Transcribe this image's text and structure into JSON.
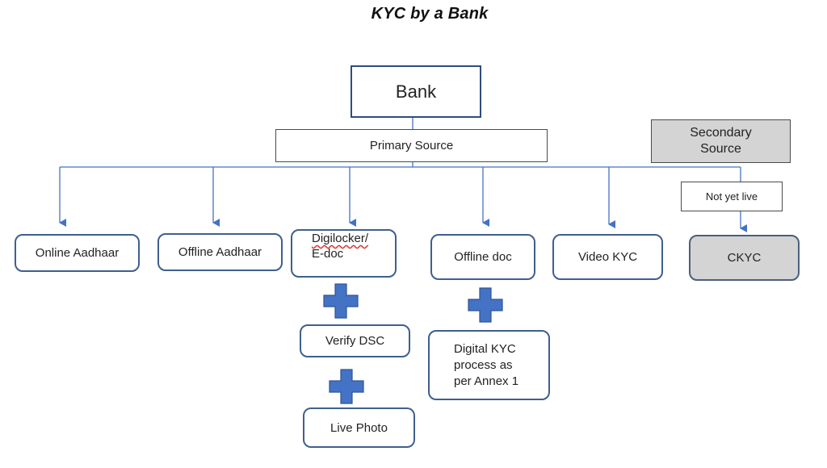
{
  "diagram": {
    "title": "KYC by a Bank",
    "root": {
      "label": "Bank"
    },
    "primary_source": {
      "label": "Primary Source"
    },
    "secondary_source": {
      "label": "Secondary\nSource"
    },
    "not_yet_live": {
      "label": "Not yet live"
    },
    "methods": [
      {
        "label": "Online Aadhaar"
      },
      {
        "label": "Offline Aadhaar"
      },
      {
        "label_line1": "Digilocker/",
        "label_line2": "E-doc"
      },
      {
        "label": "Offline doc"
      },
      {
        "label": "Video KYC"
      },
      {
        "label": "CKYC"
      }
    ],
    "digilocker_steps": [
      {
        "label": "Verify DSC"
      },
      {
        "label": "Live Photo"
      }
    ],
    "offline_doc_step": {
      "label": "Digital KYC\nprocess as\nper Annex 1"
    },
    "colors": {
      "connector": "#4472c4",
      "plus": "#4472c4",
      "plus_border": "#2f5597",
      "gray_box": "#d4d4d4"
    },
    "icons": [
      "plus-icon",
      "arrow-down-icon"
    ]
  }
}
